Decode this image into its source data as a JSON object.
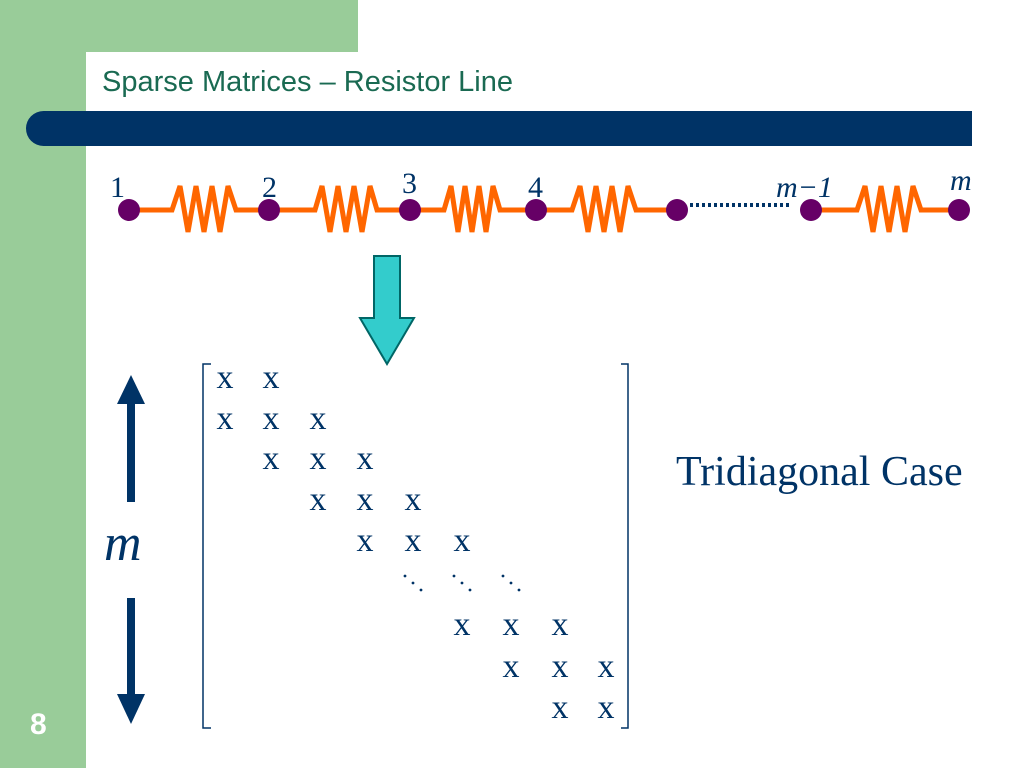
{
  "slide": {
    "title": "Sparse Matrices – Resistor Line",
    "page_number": "8"
  },
  "resistor_line": {
    "node_labels": [
      "1",
      "2",
      "3",
      "4",
      "m−1",
      "m"
    ],
    "node_label_last_minus_one": "m−1",
    "node_label_last": "m",
    "colors": {
      "resistor": "#ff6600",
      "node": "#660066",
      "dotted": "#003366"
    }
  },
  "arrow": {
    "color": "#33cccc"
  },
  "matrix": {
    "entry_symbol": "x",
    "dimension_label": "m",
    "case_label": "Tridiagonal Case"
  },
  "colors": {
    "sidebar": "#99cc99",
    "title_bar": "#003366",
    "title_text": "#1a6a52",
    "text": "#003366"
  }
}
